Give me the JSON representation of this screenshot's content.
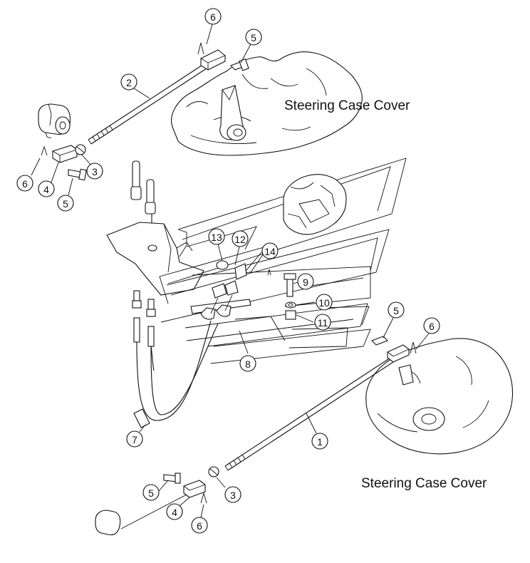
{
  "labels": {
    "steering_case_cover_top": "Steering Case Cover",
    "steering_case_cover_bottom": "Steering Case Cover"
  },
  "callouts": [
    {
      "id": "c6a",
      "number": "6"
    },
    {
      "id": "c5a",
      "number": "5"
    },
    {
      "id": "c2",
      "number": "2"
    },
    {
      "id": "c3a",
      "number": "3"
    },
    {
      "id": "c6b",
      "number": "6"
    },
    {
      "id": "c4a",
      "number": "4"
    },
    {
      "id": "c5b",
      "number": "5"
    },
    {
      "id": "c13",
      "number": "13"
    },
    {
      "id": "c12",
      "number": "12"
    },
    {
      "id": "c14",
      "number": "14"
    },
    {
      "id": "c9",
      "number": "9"
    },
    {
      "id": "c10",
      "number": "10"
    },
    {
      "id": "c11",
      "number": "11"
    },
    {
      "id": "c8",
      "number": "8"
    },
    {
      "id": "c5c",
      "number": "5"
    },
    {
      "id": "c6c",
      "number": "6"
    },
    {
      "id": "c1",
      "number": "1"
    },
    {
      "id": "c7",
      "number": "7"
    },
    {
      "id": "c5d",
      "number": "5"
    },
    {
      "id": "c3b",
      "number": "3"
    },
    {
      "id": "c4b",
      "number": "4"
    },
    {
      "id": "c6d",
      "number": "6"
    }
  ]
}
